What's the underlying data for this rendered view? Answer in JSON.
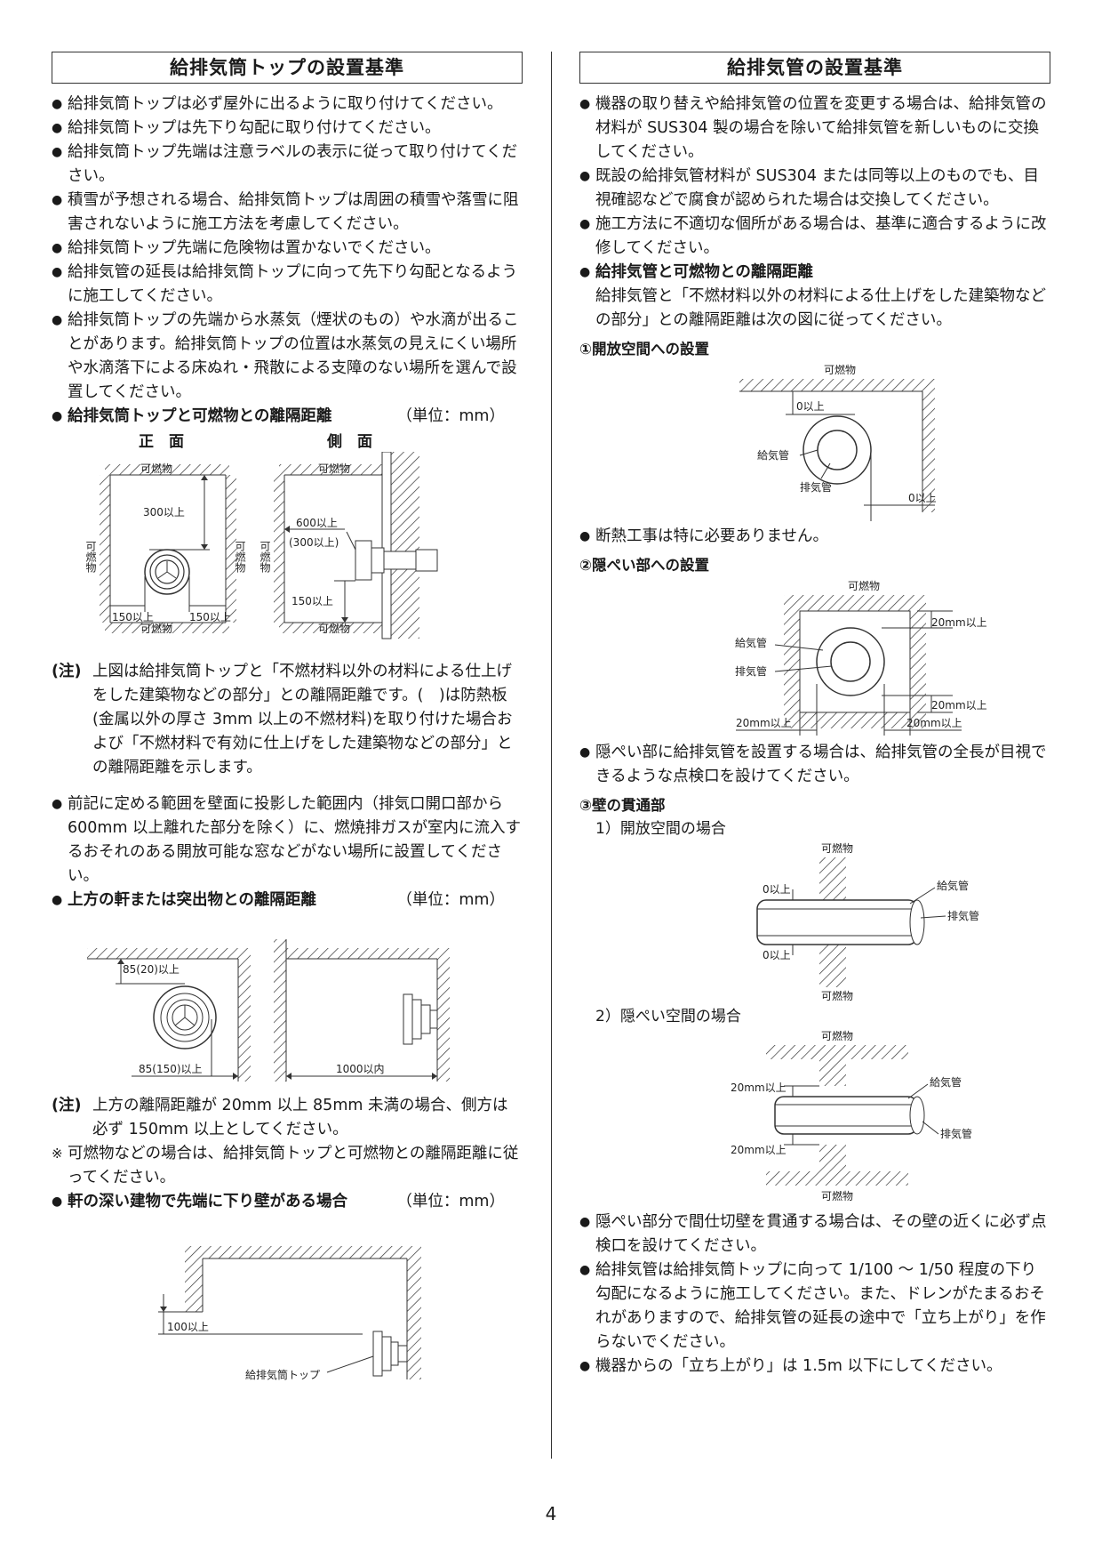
{
  "left": {
    "title": "給排気筒トップの設置基準",
    "items": [
      "給排気筒トップは必ず屋外に出るように取り付けてください。",
      "給排気筒トップは先下り勾配に取り付けてください。",
      "給排気筒トップ先端は注意ラベルの表示に従って取り付けてください。",
      "積雪が予想される場合、給排気筒トップは周囲の積雪や落雪に阻害されないように施工方法を考慮してください。",
      "給排気筒トップ先端に危険物は置かないでください。",
      "給排気管の延長は給排気筒トップに向って先下り勾配となるように施工してください。",
      "給排気筒トップの先端から水蒸気（煙状のもの）や水滴が出ることがあります。給排気筒トップの位置は水蒸気の見えにくい場所や水滴落下による床ぬれ・飛散による支障のない場所を選んで設置してください。"
    ],
    "sep_heading": "給排気筒トップと可燃物との離隔距離",
    "unit": "（単位：mm）",
    "view_front": "正　面",
    "view_side": "側　面",
    "fig1": {
      "combustible": "可燃物",
      "combustible_v": "可燃物",
      "d300": "300以上",
      "d150a": "150以上",
      "d150b": "150以上",
      "d600": "600以上",
      "d300p": "(300以上)",
      "d150c": "150以上"
    },
    "note1_tag": "(注)",
    "note1": "上図は給排気筒トップと「不燃材料以外の材料による仕上げをした建築物などの部分」との離隔距離です。(　)は防熱板(金属以外の厚さ 3mm 以上の不燃材料)を取り付けた場合および「不燃材料で有効に仕上げをした建築物などの部分」との離隔距離を示します。",
    "item_window": "前記に定める範囲を壁面に投影した範囲内（排気口開口部から 600mm 以上離れた部分を除く）に、燃焼排ガスが室内に流入するおそれのある開放可能な窓などがない場所に設置してください。",
    "eave_heading": "上方の軒または突出物との離隔距離",
    "fig2": {
      "d85": "85(20)以上",
      "d85b": "85(150)以上",
      "d1000": "1000以内"
    },
    "note2_tag": "(注)",
    "note2": "上方の離隔距離が 20mm 以上 85mm 未満の場合、側方は必ず 150mm 以上としてください。",
    "asterisk": "可燃物などの場合は、給排気筒トップと可燃物との離隔距離に従ってください。",
    "deep_heading": "軒の深い建物で先端に下り壁がある場合",
    "fig3": {
      "d100": "100以上",
      "top": "給排気筒トップ"
    }
  },
  "right": {
    "title": "給排気管の設置基準",
    "items": [
      "機器の取り替えや給排気管の位置を変更する場合は、給排気管の材料が SUS304 製の場合を除いて給排気管を新しいものに交換してください。",
      "既設の給排気管材料が SUS304 または同等以上のものでも、目視確認などで腐食が認められた場合は交換してください。",
      "施工方法に不適切な個所がある場合は、基準に適合するように改修してください。"
    ],
    "sep_heading": "給排気管と可燃物との離隔距離",
    "sep_text": "給排気管と「不燃材料以外の材料による仕上げをした建築物などの部分」との離隔距離は次の図に従ってください。",
    "s1": "①開放空間への設置",
    "fig4": {
      "combustible": "可燃物",
      "zero1": "0以上",
      "zero2": "0以上",
      "supply": "給気管",
      "exhaust": "排気管"
    },
    "item_insul": "断熱工事は特に必要ありません。",
    "s2": "②隠ぺい部への設置",
    "fig5": {
      "combustible": "可燃物",
      "supply": "給気管",
      "exhaust": "排気管",
      "d1": "20mm以上",
      "d2": "20mm以上",
      "d3": "20mm以上",
      "d4": "20mm以上"
    },
    "item_hidden": "隠ぺい部に給排気管を設置する場合は、給排気管の全長が目視できるような点検口を設けてください。",
    "s3": "③壁の貫通部",
    "s3_1": "1）開放空間の場合",
    "fig6": {
      "combustible_top": "可燃物",
      "combustible_bottom": "可燃物",
      "zero1": "0以上",
      "zero2": "0以上",
      "supply": "給気管",
      "exhaust": "排気管"
    },
    "s3_2": "2）隠ぺい空間の場合",
    "fig7": {
      "combustible_top": "可燃物",
      "combustible_bottom": "可燃物",
      "d1": "20mm以上",
      "d2": "20mm以上",
      "supply": "給気管",
      "exhaust": "排気管"
    },
    "items2": [
      "隠ぺい部分で間仕切壁を貫通する場合は、その壁の近くに必ず点検口を設けてください。",
      "給排気管は給排気筒トップに向って 1/100 ～ 1/50 程度の下り勾配になるように施工してください。また、ドレンがたまるおそれがありますので、給排気管の延長の途中で「立ち上がり」を作らないでください。",
      "機器からの「立ち上がり」は 1.5m 以下にしてください。"
    ]
  },
  "page_number": "4"
}
